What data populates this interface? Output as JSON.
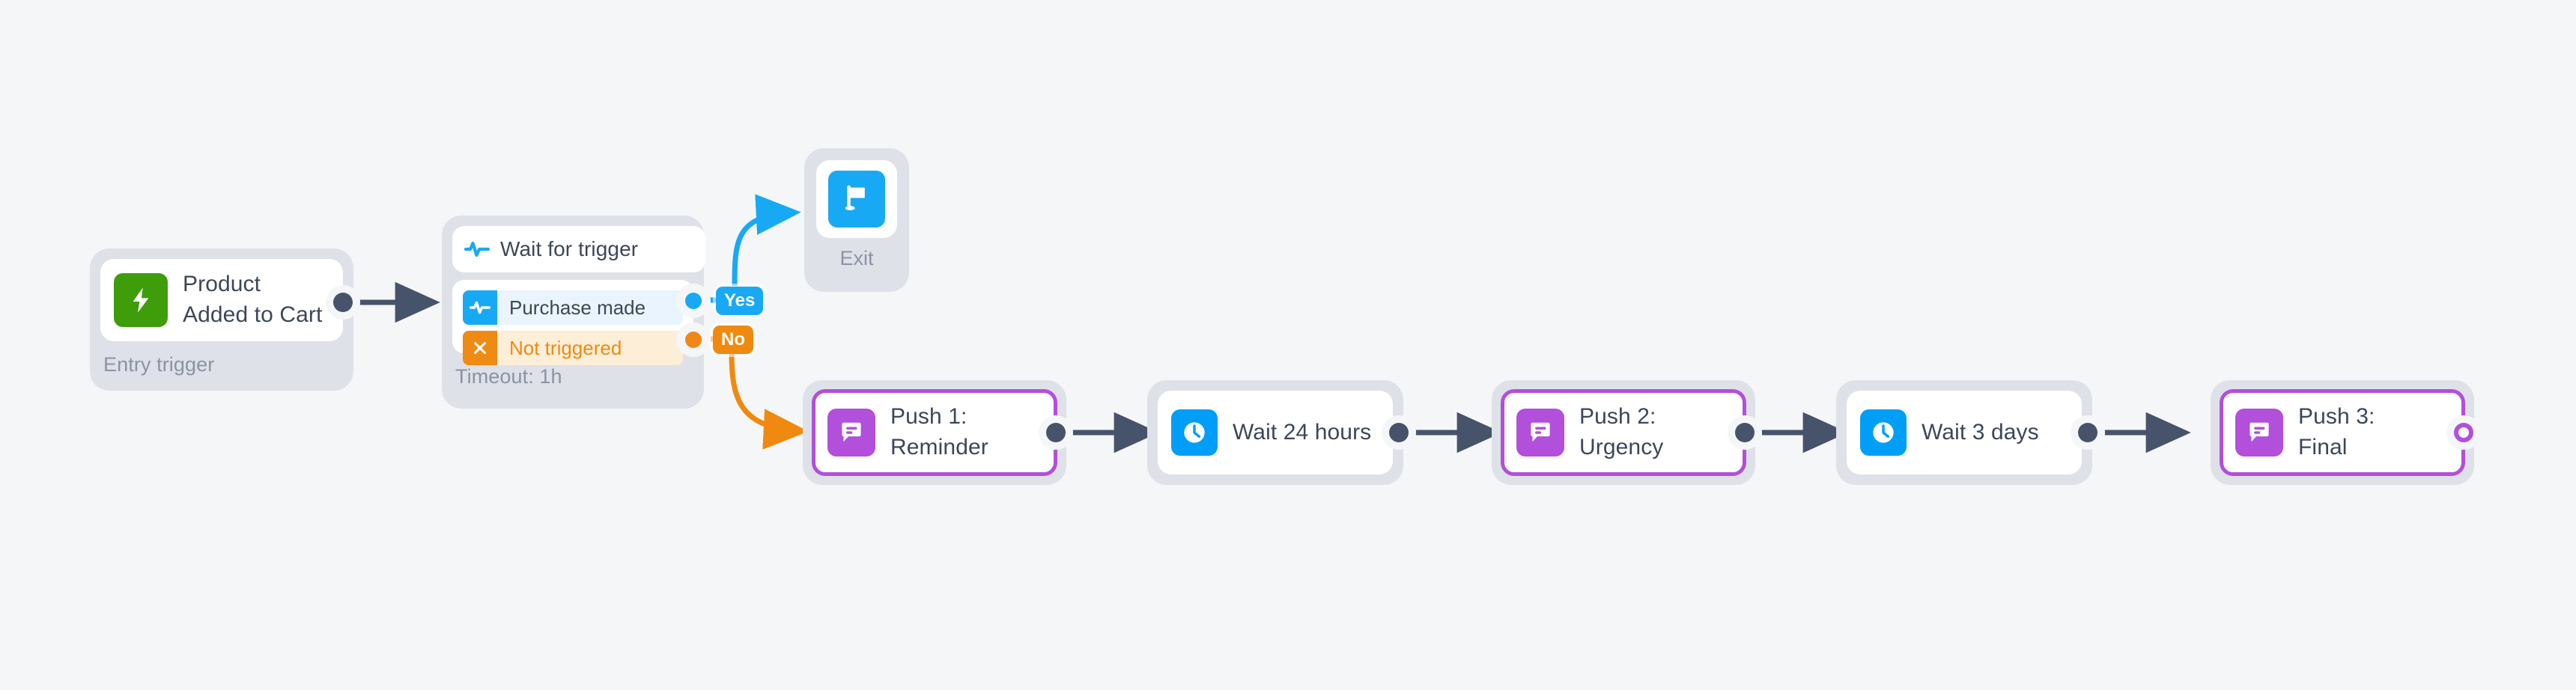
{
  "canvas": {
    "background": "#f5f6f7"
  },
  "palette": {
    "frame": "#dfe1e8",
    "card": "#ffffff",
    "text": "#3c4758",
    "muted": "#8a93a5",
    "green": "#3f9c0b",
    "blue": "#18a9f5",
    "orange": "#ef8a13",
    "purple": "#b24fdb",
    "wire": "#46536b"
  },
  "nodes": {
    "entry": {
      "title": "Product\nAdded to Cart",
      "sublabel": "Entry trigger",
      "icon": "lightning-bolt-icon",
      "icon_color": "#3f9c0b"
    },
    "wait_trigger": {
      "header": "Wait for trigger",
      "header_icon": "pulse-icon",
      "sublabel": "Timeout: 1h",
      "conditions": [
        {
          "label": "Purchase made",
          "icon": "pulse-icon",
          "state": "yes"
        },
        {
          "label": "Not triggered",
          "icon": "x-icon",
          "state": "no"
        }
      ],
      "branches": [
        {
          "label": "Yes",
          "color": "#18a9f5"
        },
        {
          "label": "No",
          "color": "#f0890f"
        }
      ]
    },
    "exit": {
      "label": "Exit",
      "icon": "flag-icon",
      "icon_color": "#18a9f5"
    },
    "push1": {
      "title": "Push 1:\nReminder",
      "icon": "speech-bubble-icon",
      "icon_color": "#b24fdb"
    },
    "wait24": {
      "title": "Wait 24 hours",
      "icon": "clock-icon",
      "icon_color": "#18a9f5"
    },
    "push2": {
      "title": "Push 2:\nUrgency",
      "icon": "speech-bubble-icon",
      "icon_color": "#b24fdb"
    },
    "wait3d": {
      "title": "Wait 3 days",
      "icon": "clock-icon",
      "icon_color": "#18a9f5"
    },
    "push3": {
      "title": "Push 3:\nFinal",
      "icon": "speech-bubble-icon",
      "icon_color": "#b24fdb"
    }
  }
}
